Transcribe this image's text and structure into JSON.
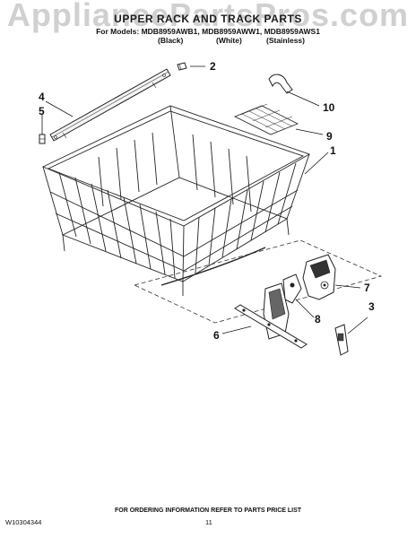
{
  "watermark": "AppliancePartsPros.com",
  "header": {
    "title": "UPPER RACK AND TRACK PARTS",
    "models_line": "For Models: MDB8959AWB1, MDB8959AWW1, MDB8959AWS1",
    "finishes": [
      "(Black)",
      "(White)",
      "(Stainless)"
    ]
  },
  "callouts": [
    "1",
    "2",
    "3",
    "4",
    "5",
    "6",
    "7",
    "8",
    "9",
    "10"
  ],
  "footer": {
    "ordering_note": "FOR ORDERING INFORMATION REFER TO PARTS PRICE LIST",
    "doc_number": "W10304344",
    "page_number": "11"
  }
}
